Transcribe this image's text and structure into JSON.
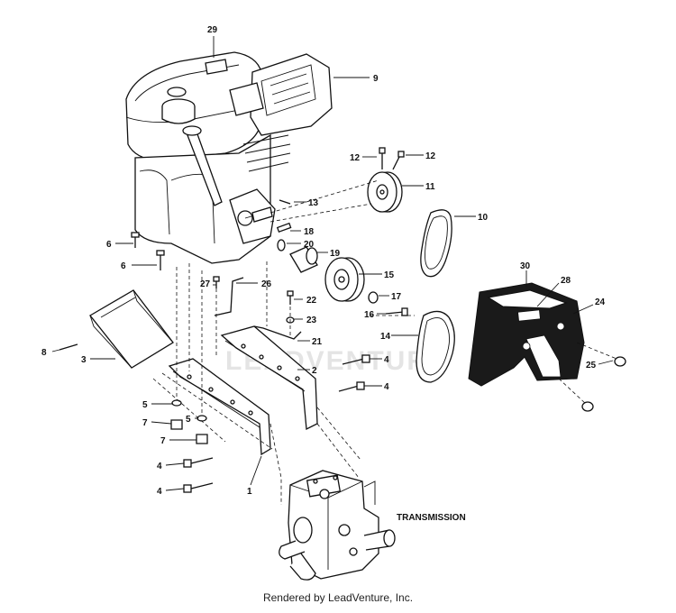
{
  "diagram": {
    "part_numbers": [
      "29",
      "9",
      "12",
      "12",
      "11",
      "13",
      "10",
      "6",
      "18",
      "20",
      "19",
      "6",
      "15",
      "27",
      "26",
      "22",
      "17",
      "23",
      "16",
      "21",
      "8",
      "3",
      "14",
      "30",
      "28",
      "24",
      "2",
      "4",
      "4",
      "25",
      "5",
      "5",
      "7",
      "7",
      "4",
      "1",
      "4"
    ],
    "callouts": {
      "transmission": "TRANSMISSION"
    },
    "watermark": "LEADVENTURE"
  },
  "footer": {
    "credit": "Rendered by LeadVenture, Inc."
  }
}
